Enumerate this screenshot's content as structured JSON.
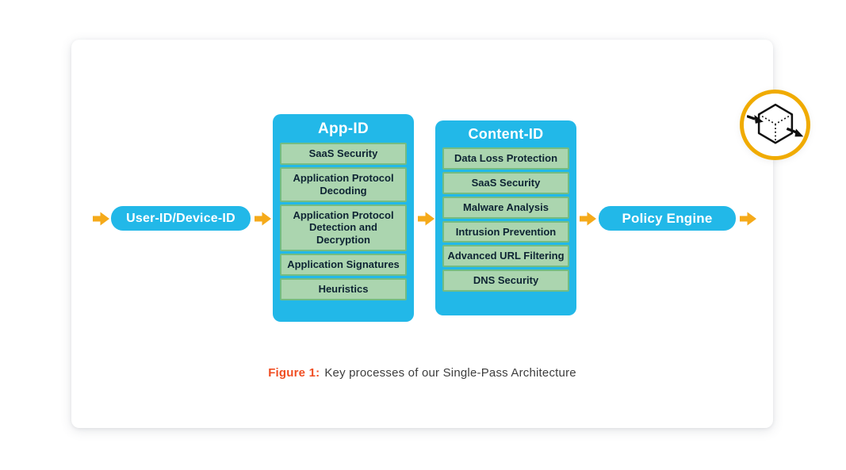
{
  "flow": {
    "user_device_pill": "User-ID/Device-ID",
    "app_id": {
      "title": "App-ID",
      "items": [
        "SaaS Security",
        "Application Protocol Decoding",
        "Application Protocol Detection and Decryption",
        "Application Signatures",
        "Heuristics"
      ]
    },
    "content_id": {
      "title": "Content-ID",
      "items": [
        "Data Loss Protection",
        "SaaS Security",
        "Malware Analysis",
        "Intrusion Prevention",
        "Advanced URL Filtering",
        "DNS Security"
      ]
    },
    "policy_pill": "Policy Engine",
    "arrow_icon": "flow-arrow-icon",
    "arrow_count": 5
  },
  "caption": {
    "label": "Figure 1:",
    "text": "Key processes of our Single-Pass Architecture"
  },
  "badge": {
    "icon": "cube-single-pass-icon"
  },
  "colors": {
    "cyan": "#22B8E8",
    "green_fill": "#ABD5AF",
    "green_border": "#74BC82",
    "arrow_yellow": "#F5AA1A",
    "badge_ring": "#F0AB00",
    "caption_red": "#F04E23",
    "caption_text": "#3D3D3D",
    "item_text": "#0E2433",
    "pill_text": "#FFFFFF"
  }
}
